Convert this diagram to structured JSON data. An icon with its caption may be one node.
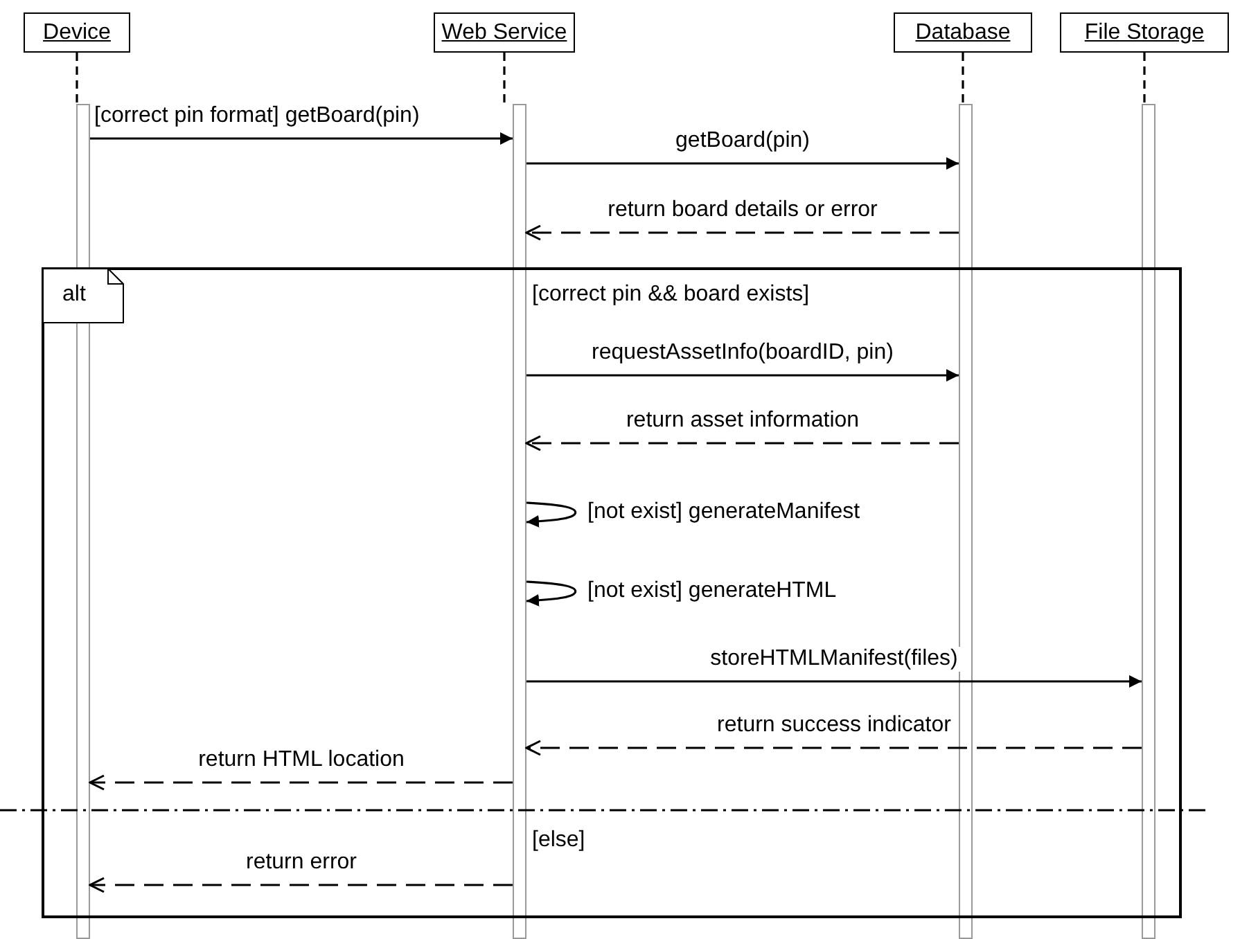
{
  "diagram": {
    "nodes": [
      {
        "text": [
          "Device"
        ]
      },
      {
        "text": [
          "Web Service"
        ]
      },
      {
        "text": [
          "Database"
        ]
      },
      {
        "text": [
          "File Storage"
        ]
      },
      {
        "text": [
          "alt"
        ]
      },
      {
        "text": [],
        "shape": "bar"
      },
      {
        "text": [],
        "shape": "bar"
      },
      {
        "text": [],
        "shape": "bar"
      },
      {
        "text": [],
        "shape": "bar"
      }
    ],
    "edges": [
      {
        "from": 5,
        "to": 6,
        "arrow": "to",
        "label": "[correct pin format] getBoard(pin)"
      },
      {
        "from": 6,
        "to": 7,
        "arrow": "to",
        "label": "getBoard(pin)"
      },
      {
        "from": 7,
        "to": 6,
        "arrow": "to",
        "label": "return board details or error",
        "style": "dashed"
      },
      {
        "from": 6,
        "to": 7,
        "arrow": "to",
        "label": "requestAssetInfo(boardID, pin)"
      },
      {
        "from": 7,
        "to": 6,
        "arrow": "to",
        "label": "return asset information",
        "style": "dashed"
      },
      {
        "from": 6,
        "to": 6,
        "arrow": "to",
        "label": "[not exist] generateManifest"
      },
      {
        "from": 6,
        "to": 6,
        "arrow": "to",
        "label": "[not exist] generateHTML"
      },
      {
        "from": 6,
        "to": 8,
        "arrow": "to",
        "label": "storeHTMLManifest(files)"
      },
      {
        "from": 8,
        "to": 6,
        "arrow": "to",
        "label": "return success indicator",
        "style": "dashed"
      },
      {
        "from": 6,
        "to": 5,
        "arrow": "to",
        "label": "return HTML location",
        "style": "dashed"
      },
      {
        "from": 6,
        "to": 5,
        "arrow": "to",
        "label": "return error",
        "style": "dashed"
      },
      {
        "from": 0,
        "to": 5,
        "arrow": "none",
        "style": "dashed"
      },
      {
        "from": 1,
        "to": 6,
        "arrow": "none",
        "style": "dashed"
      },
      {
        "from": 2,
        "to": 7,
        "arrow": "none",
        "style": "dashed"
      },
      {
        "from": 3,
        "to": 8,
        "arrow": "none",
        "style": "dashed"
      }
    ],
    "labels": [
      "[correct pin && board exists]",
      "[else]"
    ]
  }
}
